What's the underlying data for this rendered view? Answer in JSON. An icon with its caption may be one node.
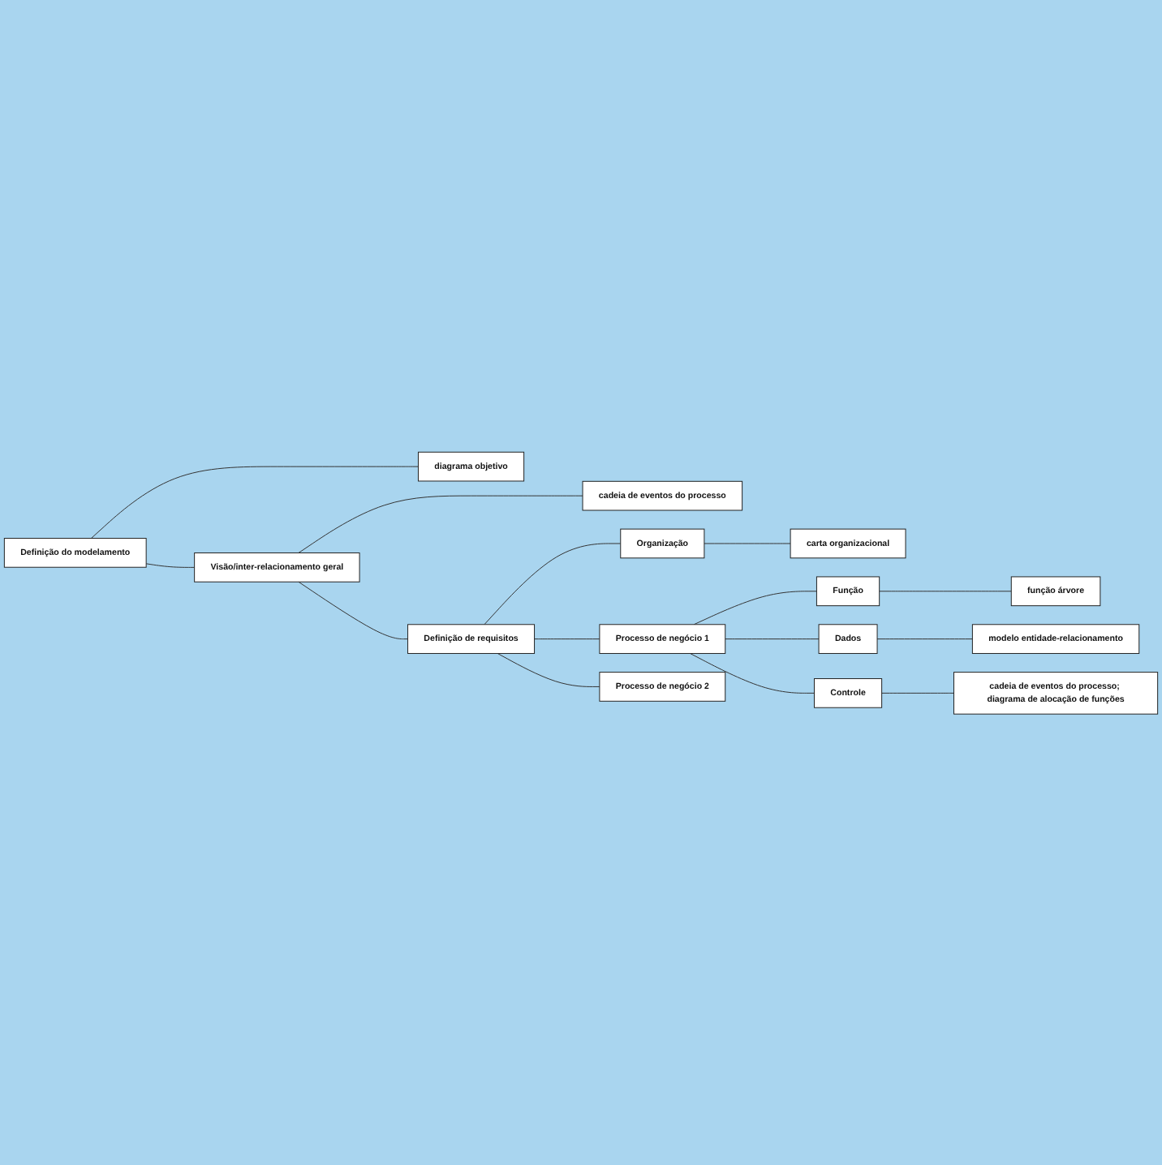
{
  "diagram": {
    "nodes": [
      {
        "text": [
          "Definição do modelamento"
        ]
      },
      {
        "text": [
          "diagrama objetivo"
        ]
      },
      {
        "text": [
          "Visão/inter-relacionamento geral"
        ]
      },
      {
        "text": [
          "cadeia de eventos do processo"
        ]
      },
      {
        "text": [
          "Definição de requisitos"
        ]
      },
      {
        "text": [
          "Organização"
        ]
      },
      {
        "text": [
          "carta organizacional"
        ]
      },
      {
        "text": [
          "Processo de negócio 1"
        ]
      },
      {
        "text": [
          "Função"
        ]
      },
      {
        "text": [
          "função árvore"
        ]
      },
      {
        "text": [
          "Dados"
        ]
      },
      {
        "text": [
          "modelo entidade-relacionamento"
        ]
      },
      {
        "text": [
          "Controle"
        ]
      },
      {
        "text": [
          "cadeia de eventos do processo; diagrama de alocação de funções"
        ]
      },
      {
        "text": [
          "Processo de negócio 2"
        ]
      }
    ],
    "edges": [
      {
        "from": 0,
        "to": 1,
        "arrow": "none"
      },
      {
        "from": 0,
        "to": 2,
        "arrow": "none"
      },
      {
        "from": 2,
        "to": 3,
        "arrow": "none"
      },
      {
        "from": 2,
        "to": 4,
        "arrow": "none"
      },
      {
        "from": 4,
        "to": 5,
        "arrow": "none"
      },
      {
        "from": 5,
        "to": 6,
        "arrow": "none"
      },
      {
        "from": 4,
        "to": 7,
        "arrow": "none"
      },
      {
        "from": 7,
        "to": 8,
        "arrow": "none"
      },
      {
        "from": 8,
        "to": 9,
        "arrow": "none"
      },
      {
        "from": 7,
        "to": 10,
        "arrow": "none"
      },
      {
        "from": 10,
        "to": 11,
        "arrow": "none"
      },
      {
        "from": 7,
        "to": 12,
        "arrow": "none"
      },
      {
        "from": 12,
        "to": 13,
        "arrow": "none"
      },
      {
        "from": 4,
        "to": 14,
        "arrow": "none"
      }
    ]
  }
}
